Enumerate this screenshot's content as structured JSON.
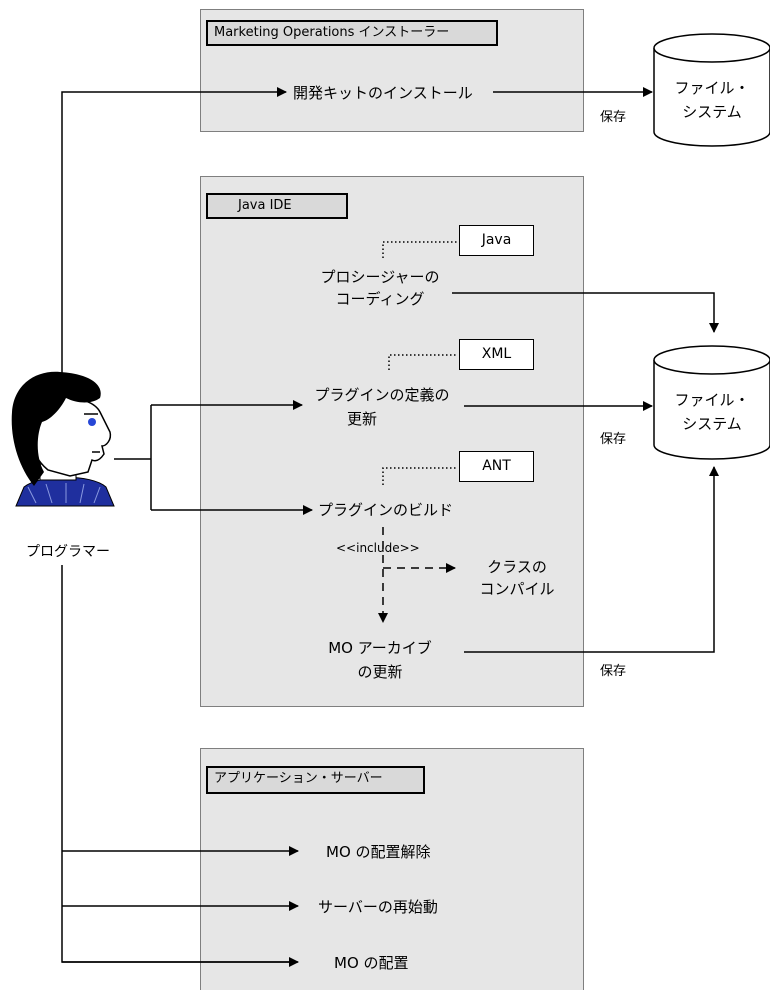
{
  "installer": {
    "title": "Marketing Operations インストーラー",
    "task": "開発キットのインストール"
  },
  "ide": {
    "title": "Java IDE",
    "tags": [
      "Java",
      "XML",
      "ANT"
    ],
    "coding": [
      "プロシージャーの",
      "コーディング"
    ],
    "plugin_def": [
      "プラグインの定義の",
      "更新"
    ],
    "build": "プラグインのビルド",
    "include": "<<include>>",
    "compile": [
      "クラスの",
      "コンパイル"
    ],
    "archive": [
      "MO アーカイブ",
      "の更新"
    ]
  },
  "appserver": {
    "title": "アプリケーション・サーバー",
    "undeploy": "MO の配置解除",
    "restart": "サーバーの再始動",
    "deploy": "MO の配置"
  },
  "filesystem": [
    "ファイル・",
    "システム"
  ],
  "save_label": "保存",
  "actor": "プログラマー"
}
